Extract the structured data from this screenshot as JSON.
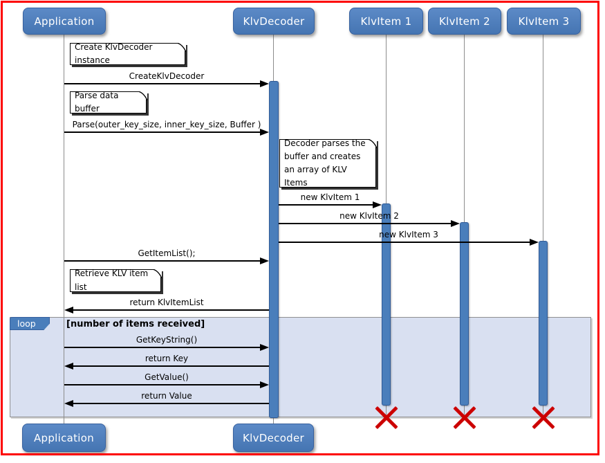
{
  "participants": {
    "top": [
      {
        "label": "Application"
      },
      {
        "label": "KlvDecoder"
      },
      {
        "label": "KlvItem 1"
      },
      {
        "label": "KlvItem 2"
      },
      {
        "label": "KlvItem 3"
      }
    ],
    "bottom": [
      {
        "label": "Application"
      },
      {
        "label": "KlvDecoder"
      }
    ]
  },
  "messages": [
    {
      "from": "Application",
      "to": "KlvDecoder",
      "label": "CreateKlvDecoder"
    },
    {
      "from": "Application",
      "to": "KlvDecoder",
      "label": "Parse(outer_key_size, inner_key_size, Buffer )"
    },
    {
      "from": "KlvDecoder",
      "to": "KlvItem 1",
      "label": "new KlvItem 1"
    },
    {
      "from": "KlvDecoder",
      "to": "KlvItem 2",
      "label": "new KlvItem 2"
    },
    {
      "from": "KlvDecoder",
      "to": "KlvItem 3",
      "label": "new KlvItem 3"
    },
    {
      "from": "Application",
      "to": "KlvDecoder",
      "label": "GetItemList();"
    },
    {
      "from": "KlvDecoder",
      "to": "Application",
      "label": "return KlvItemList"
    },
    {
      "from": "Application",
      "to": "KlvDecoder",
      "label": "GetKeyString()"
    },
    {
      "from": "KlvDecoder",
      "to": "Application",
      "label": "return Key"
    },
    {
      "from": "Application",
      "to": "KlvDecoder",
      "label": "GetValue()"
    },
    {
      "from": "KlvDecoder",
      "to": "Application",
      "label": "return Value"
    }
  ],
  "notes": [
    {
      "text": "Create KlvDecoder instance"
    },
    {
      "text": "Parse data buffer"
    },
    {
      "text": "Decoder parses the\nbuffer and creates\nan array of KLV Items"
    },
    {
      "text": "Retrieve KLV item list"
    }
  ],
  "loop": {
    "operator": "loop",
    "guard": "[number of items received]"
  },
  "destroyed_lifelines": [
    "KlvItem 1",
    "KlvItem 2",
    "KlvItem 3"
  ],
  "colors": {
    "participant_fill": "#4a7ebb",
    "activation_fill": "#4a7ebb",
    "lifeline": "#8c8c8c",
    "loop_background": "#d9e0f1",
    "loop_border": "#8f8f8f",
    "arrow": "#000000",
    "destroy_x": "#cc0000",
    "outer_frame": "#fd0000",
    "note_background": "#ffffff"
  }
}
